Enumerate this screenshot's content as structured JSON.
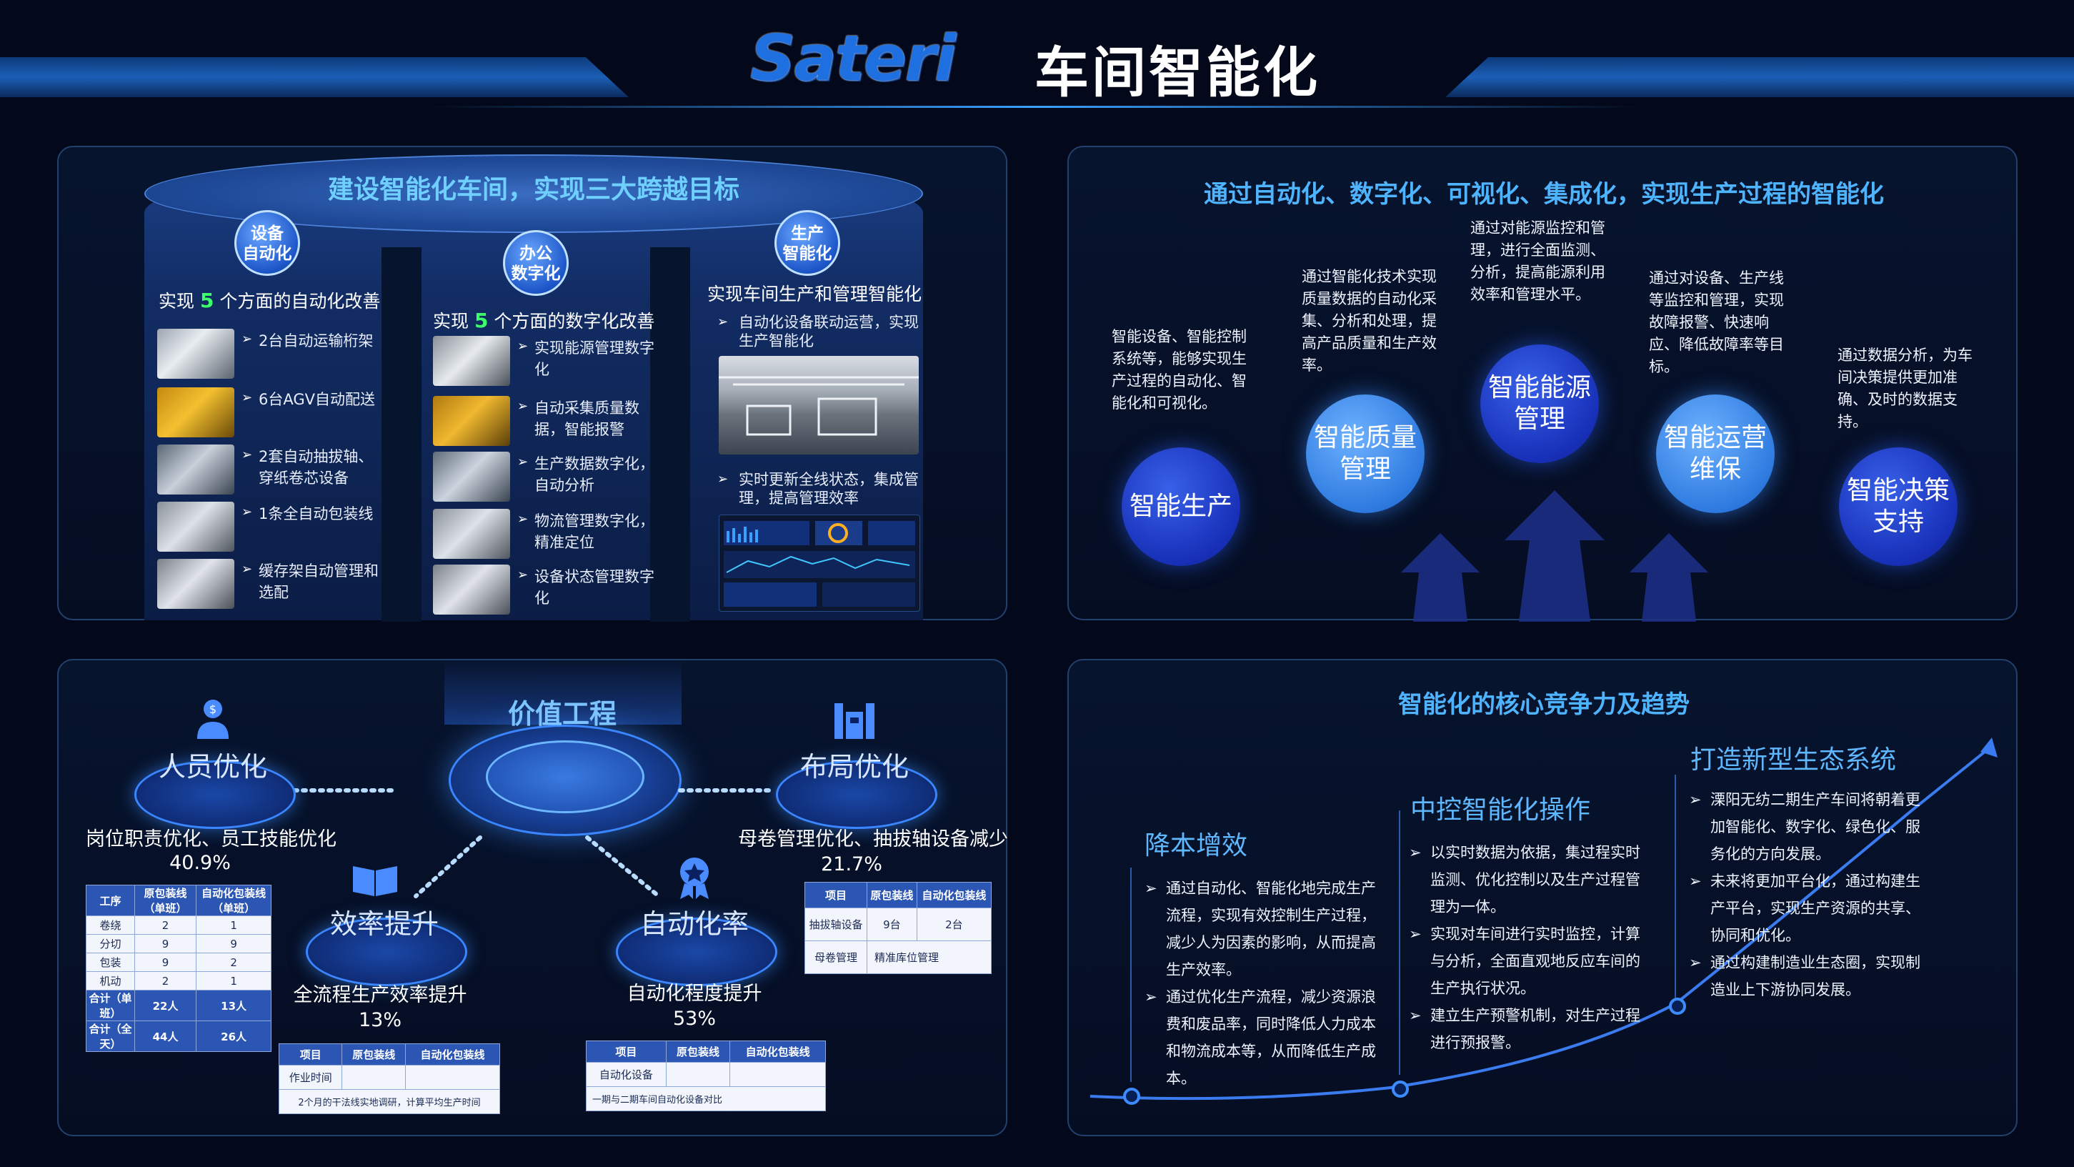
{
  "header": {
    "logo": "Sateri",
    "title": "车间智能化"
  },
  "top_left": {
    "headline": "建设智能化车间，实现三大跨越目标",
    "columns": [
      {
        "badge": [
          "设备",
          "自动化"
        ],
        "head_pre": "实现",
        "head_num": "5",
        "head_post": "个方面的自动化改善",
        "items": [
          "2台自动运输桁架",
          "6台AGV自动配送",
          "2套自动抽拔轴、穿纸卷芯设备",
          "1条全自动包装线",
          "缓存架自动管理和选配"
        ]
      },
      {
        "badge": [
          "办公",
          "数字化"
        ],
        "head_pre": "实现",
        "head_num": "5",
        "head_post": "个方面的数字化改善",
        "items": [
          "实现能源管理数字化",
          "自动采集质量数据，智能报警",
          "生产数据数字化，自动分析",
          "物流管理数字化，精准定位",
          "设备状态管理数字化"
        ]
      },
      {
        "badge": [
          "生产",
          "智能化"
        ],
        "head": "实现车间生产和管理智能化",
        "items": [
          "自动化设备联动运营，实现生产智能化",
          "实时更新全线状态，集成管理，提高管理效率"
        ]
      }
    ]
  },
  "top_right": {
    "headline": "通过自动化、数字化、可视化、集成化，实现生产过程的智能化",
    "circles": [
      {
        "label": "智能生产",
        "desc": "智能设备、智能控制系统等，能够实现生产过程的自动化、智能化和可视化。"
      },
      {
        "label": "智能质量管理",
        "desc": "通过智能化技术实现质量数据的自动化采集、分析和处理，提高产品质量和生产效率。"
      },
      {
        "label": "智能能源管理",
        "desc": "通过对能源监控和管理，进行全面监测、分析，提高能源利用效率和管理水平。"
      },
      {
        "label": "智能运营维保",
        "desc": "通过对设备、生产线等监控和管理，实现故障报警、快速响应、降低故障率等目标。"
      },
      {
        "label": "智能决策支持",
        "desc": "通过数据分析，为车间决策提供更加准确、及时的数据支持。"
      }
    ]
  },
  "bottom_left": {
    "center": "价值工程",
    "nodes": [
      {
        "label": "人员优化",
        "caption": "岗位职责优化、员工技能优化",
        "value": "40.9%"
      },
      {
        "label": "布局优化",
        "caption": "母卷管理优化、抽拔轴设备减少",
        "value": "21.7%"
      },
      {
        "label": "效率提升",
        "caption": "全流程生产效率提升",
        "value": "13%"
      },
      {
        "label": "自动化率",
        "caption": "自动化程度提升",
        "value": "53%"
      }
    ],
    "table_staff": {
      "headers": [
        "工序",
        "原包装线（单班）",
        "自动化包装线（单班）"
      ],
      "rows": [
        [
          "卷绕",
          "2",
          "1"
        ],
        [
          "分切",
          "9",
          "9"
        ],
        [
          "包装",
          "9",
          "2"
        ],
        [
          "机动",
          "2",
          "1"
        ],
        [
          "合计（单班）",
          "22人",
          "13人"
        ],
        [
          "合计（全天）",
          "44人",
          "26人"
        ]
      ]
    },
    "table_layout": {
      "headers": [
        "项目",
        "原包装线",
        "自动化包装线"
      ],
      "rows": [
        [
          "抽拔轴设备",
          "9台",
          "2台"
        ],
        [
          "母卷管理",
          "精准库位管理",
          ""
        ]
      ]
    },
    "table_eff": {
      "headers": [
        "项目",
        "原包装线",
        "自动化包装线"
      ],
      "rows": [
        [
          "作业时间",
          "",
          ""
        ],
        [
          "2个月的干法线实地调研，计算平均生产时间",
          "",
          ""
        ]
      ]
    },
    "table_auto": {
      "headers": [
        "项目",
        "原包装线",
        "自动化包装线"
      ],
      "rows": [
        [
          "自动化设备",
          "",
          ""
        ],
        [
          "一期与二期车间自动化设备对比",
          "",
          ""
        ]
      ]
    }
  },
  "bottom_right": {
    "headline": "智能化的核心竞争力及趋势",
    "stages": [
      {
        "title": "降本增效",
        "items": [
          "通过自动化、智能化地完成生产流程，实现有效控制生产过程，减少人为因素的影响，从而提高生产效率。",
          "通过优化生产流程，减少资源浪费和废品率，同时降低人力成本和物流成本等，从而降低生产成本。"
        ]
      },
      {
        "title": "中控智能化操作",
        "items": [
          "以实时数据为依据，集过程实时监测、优化控制以及生产过程管理为一体。",
          "实现对车间进行实时监控，计算与分析，全面直观地反应车间的生产执行状况。",
          "建立生产预警机制，对生产过程进行预报警。"
        ]
      },
      {
        "title": "打造新型生态系统",
        "items": [
          "溧阳无纺二期生产车间将朝着更加智能化、数字化、绿色化、服务化的方向发展。",
          "未来将更加平台化，通过构建生产平台，实现生产资源的共享、协同和优化。",
          "通过构建制造业生态圈，实现制造业上下游协同发展。"
        ]
      }
    ]
  }
}
